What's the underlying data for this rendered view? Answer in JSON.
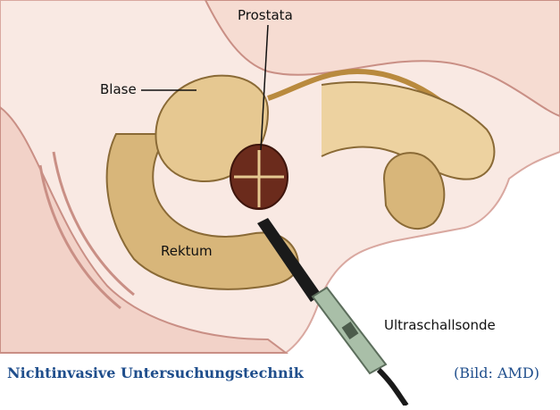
{
  "labels": {
    "prostata": "Prostata",
    "blase": "Blase",
    "rektum": "Rektum",
    "ultraschallsonde": "Ultraschallsonde"
  },
  "caption": {
    "title": "Nichtinvasive Untersuchungstechnik",
    "credit": "(Bild: AMD)"
  },
  "colors": {
    "skin": "#f7e3dc",
    "skin_edge": "#d9a8a0",
    "organ": "#e6c891",
    "organ_dark": "#b98a3e",
    "prostate": "#6b2b1c",
    "probe_body": "#a9bfa8",
    "probe_cable": "#1a1a1a",
    "caption_title": "#1f4e8c",
    "caption_credit": "#1f4e8c"
  }
}
